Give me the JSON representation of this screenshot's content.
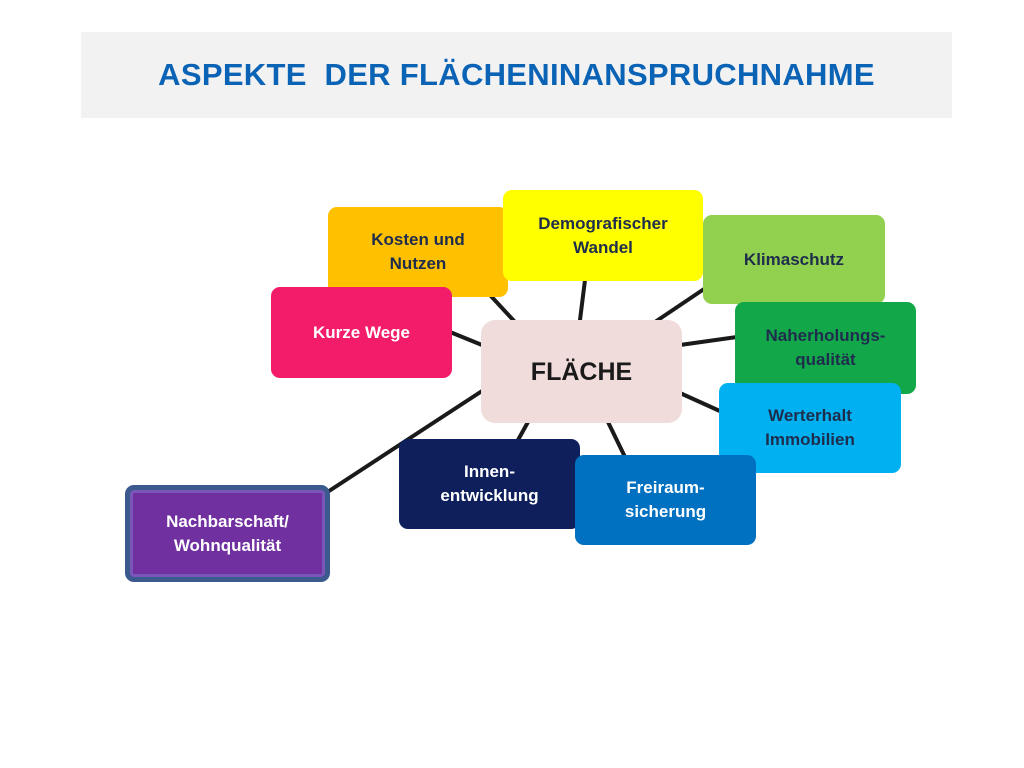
{
  "title": {
    "text": "ASPEKTE  DER FLÄCHENINANSPRUCHNAHME",
    "color": "#0b63b6"
  },
  "diagram": {
    "line_color": "#1a1a1a",
    "center": {
      "label": "FLÄCHE",
      "fill": "#f1dcdc",
      "text_color": "#1a1a1a"
    },
    "nodes": [
      {
        "id": "kosten-und-nutzen",
        "label": "Kosten und\nNutzen",
        "fill": "#ffc000",
        "text_color": "#1f2d4d"
      },
      {
        "id": "demografischer-wandel",
        "label": "Demografischer\nWandel",
        "fill": "#ffff00",
        "text_color": "#1f2d4d"
      },
      {
        "id": "klimaschutz",
        "label": "Klimaschutz",
        "fill": "#92d050",
        "text_color": "#1f2d4d"
      },
      {
        "id": "kurze-wege",
        "label": "Kurze Wege",
        "fill": "#f21c6a",
        "text_color": "#ffffff"
      },
      {
        "id": "naherholungsqualitaet",
        "label": "Naherholungs-\nqualität",
        "fill": "#12a84a",
        "text_color": "#1f2d4d"
      },
      {
        "id": "werterhalt-immobilien",
        "label": "Werterhalt\nImmobilien",
        "fill": "#00b0f0",
        "text_color": "#1f2d4d"
      },
      {
        "id": "innenentwicklung",
        "label": "Innen-\nentwicklung",
        "fill": "#0e1f5c",
        "text_color": "#ffffff"
      },
      {
        "id": "freiraumsicherung",
        "label": "Freiraum-\nsicherung",
        "fill": "#0070c0",
        "text_color": "#ffffff"
      },
      {
        "id": "nachbarschaft-wohnqualitaet",
        "label": "Nachbarschaft/\nWohnqualität",
        "fill": "#7030a0",
        "text_color": "#ffffff"
      }
    ]
  }
}
